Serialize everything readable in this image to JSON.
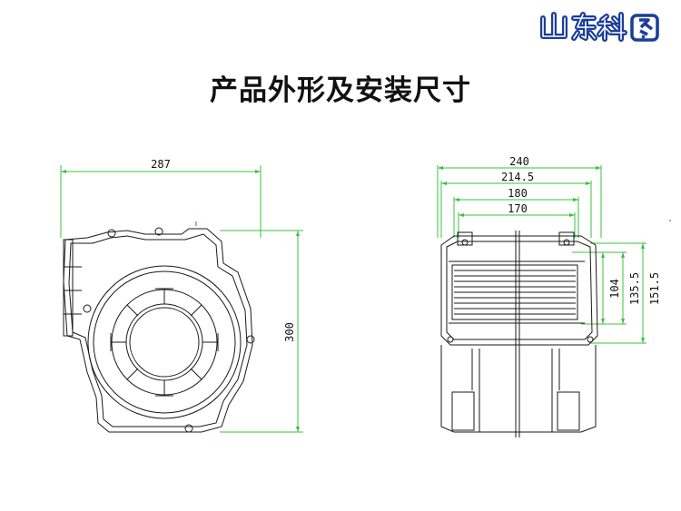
{
  "brand": {
    "logo_text": "山东科图",
    "logo_color": "#1a3d9a"
  },
  "title": "产品外形及安装尺寸",
  "colors": {
    "dimension_line": "#3ec03e",
    "drawing_line": "#1a1a1a",
    "marker": "#d03030"
  },
  "side_view": {
    "width_label": "287",
    "height_label": "300"
  },
  "front_view": {
    "widths": [
      "240",
      "214.5",
      "180",
      "170"
    ],
    "heights": [
      "104",
      "135.5",
      "151.5"
    ]
  }
}
